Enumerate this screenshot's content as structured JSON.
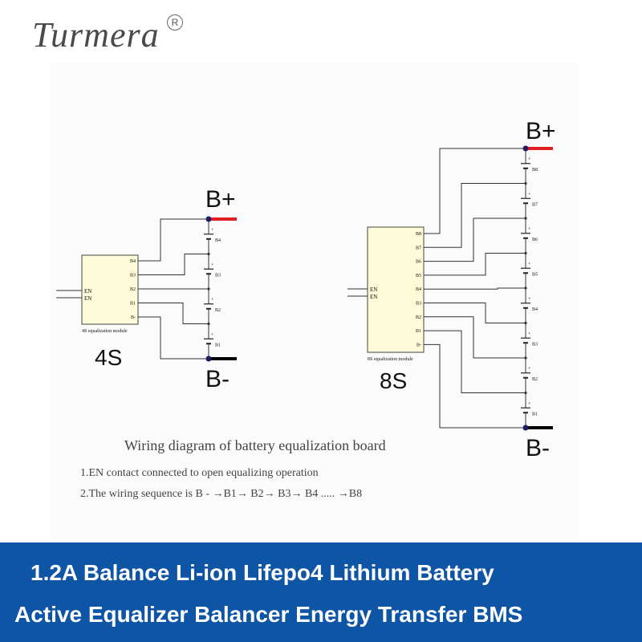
{
  "brand": {
    "name": "Turmera",
    "registered": "R"
  },
  "diagram": {
    "left": {
      "module_label": "4S equalization module",
      "size_label": "4S",
      "pins": [
        "B4",
        "B3",
        "B2",
        "B1",
        "B-"
      ],
      "en_pins": [
        "EN",
        "EN"
      ],
      "cells": [
        "B4",
        "B3",
        "B2",
        "B1"
      ],
      "plus_label": "B+",
      "minus_label": "B-"
    },
    "right": {
      "module_label": "8S equalization module",
      "size_label": "8S",
      "pins": [
        "B8",
        "B7",
        "B6",
        "B5",
        "B4",
        "B3",
        "B2",
        "B1",
        "B-"
      ],
      "en_pins": [
        "EN",
        "EN"
      ],
      "cells": [
        "B8",
        "B7",
        "B6",
        "B5",
        "B4",
        "B3",
        "B2",
        "B1"
      ],
      "plus_label": "B+",
      "minus_label": "B-"
    },
    "cell_plus_symbol": "+",
    "colors": {
      "positive": "#e02020",
      "negative": "#000000",
      "module_fill": "#fdfbd8",
      "node": "#1a1a66"
    }
  },
  "caption": {
    "title": "Wiring diagram of battery equalization board",
    "note1": "1.EN contact connected to open equalizing operation",
    "note2": "2.The wiring sequence is B - →B1→ B2→ B3→ B4 ..... →B8"
  },
  "banner": {
    "line1": "1.2A Balance Li-ion Lifepo4 Lithium Battery",
    "line2": "Active Equalizer Balancer Energy Transfer BMS",
    "color": "#0e55a6"
  }
}
